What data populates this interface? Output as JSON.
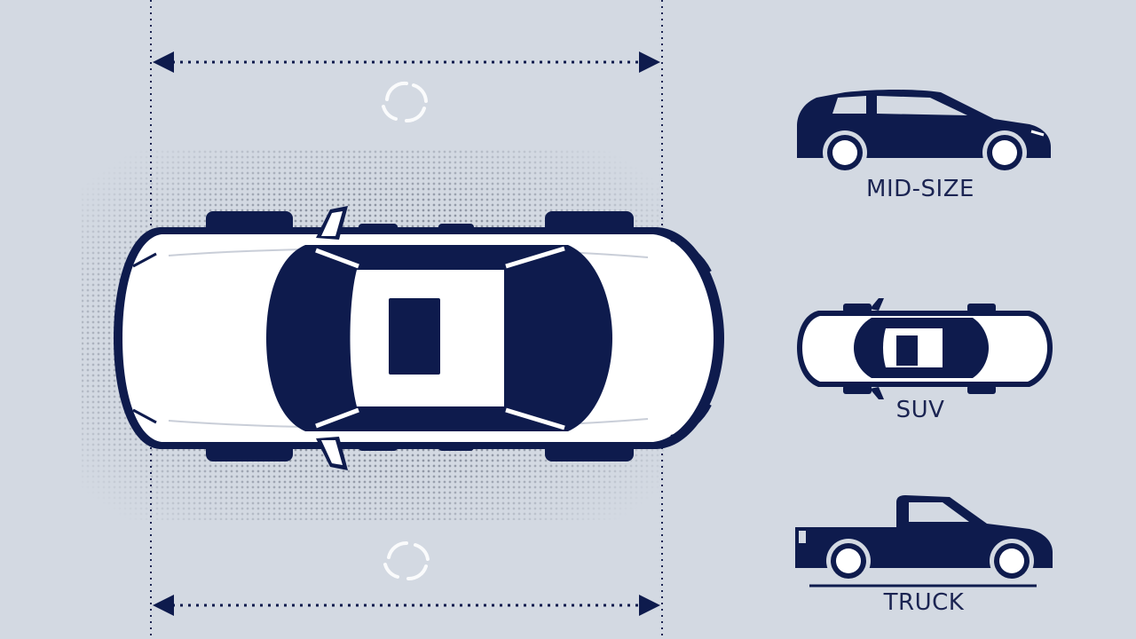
{
  "colors": {
    "background": "#d3d9e2",
    "navy": "#0e1b4d",
    "car_body": "#ffffff",
    "halftone": "#9aa1ad"
  },
  "icons": {
    "main_car": "sedan-top-view-icon",
    "midsize": "hatchback-side-view-icon",
    "suv": "car-top-view-icon",
    "truck": "pickup-truck-side-view-icon",
    "dimension_arrow": "double-headed-arrow-icon"
  },
  "vehicles": {
    "midsize_label": "MID-SIZE",
    "suv_label": "SUV",
    "truck_label": "TRUCK"
  }
}
